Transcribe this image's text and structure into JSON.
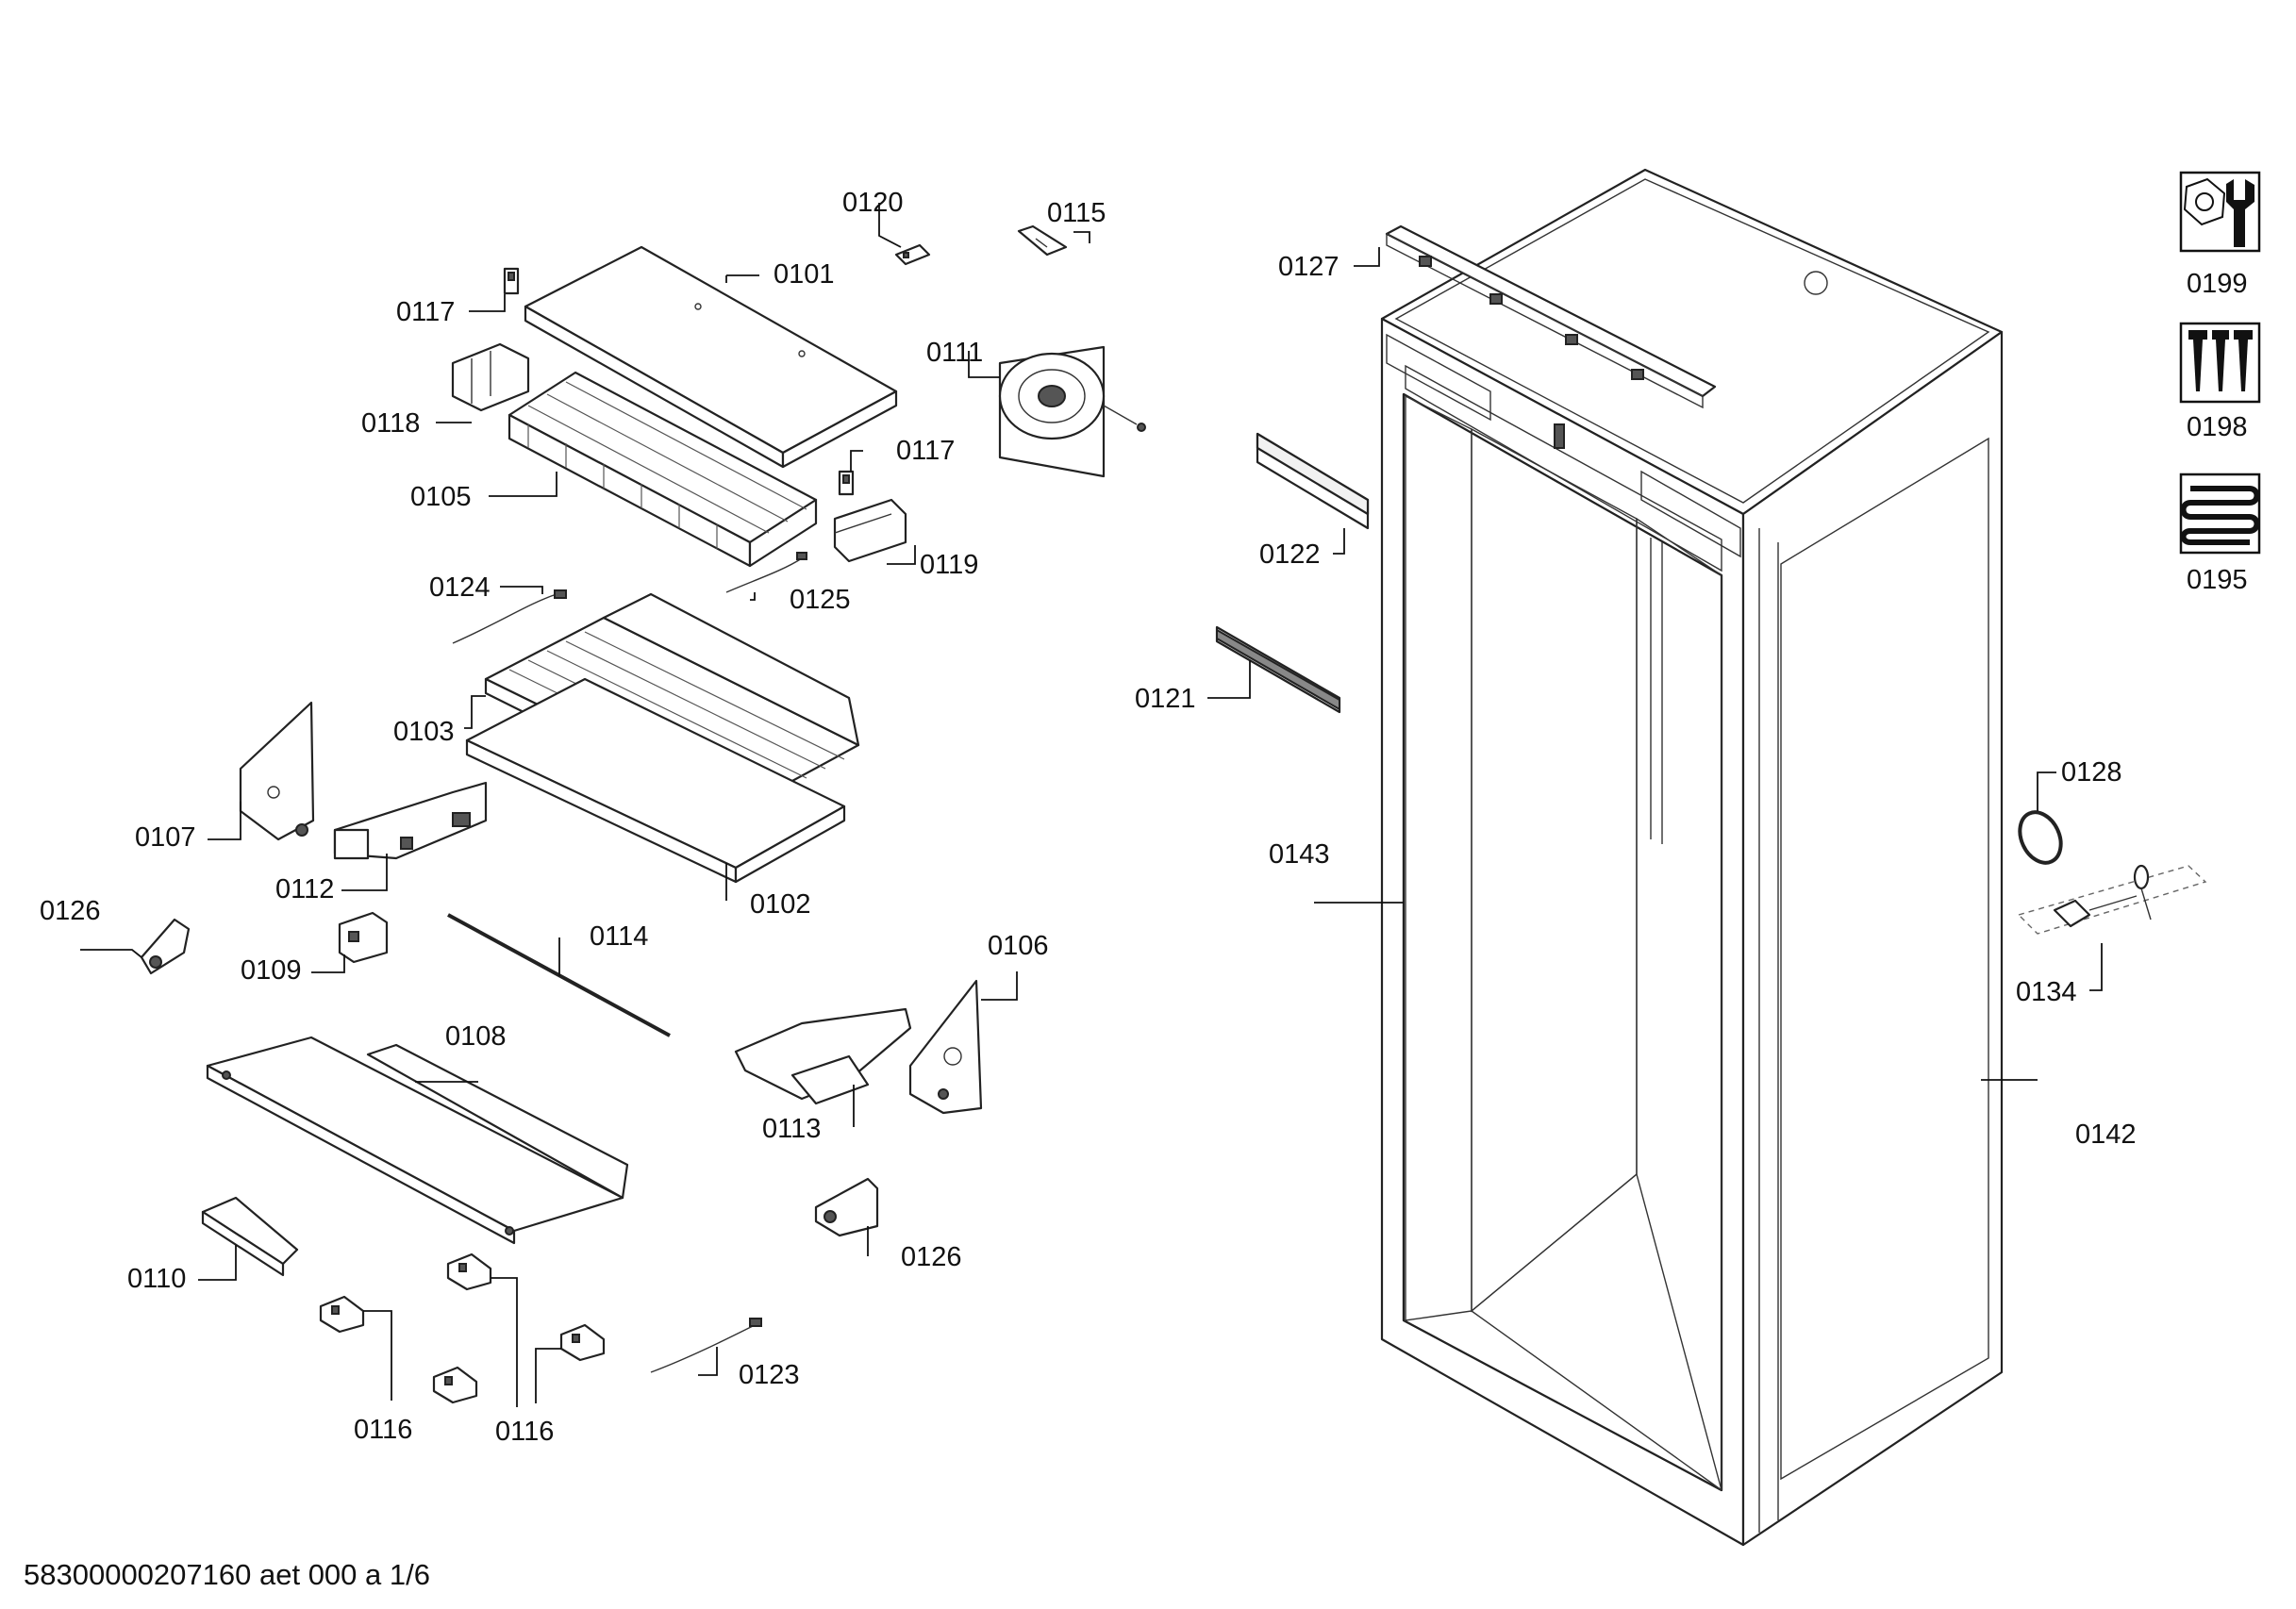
{
  "diagram": {
    "labels": {
      "p0101": "0101",
      "p0102": "0102",
      "p0103": "0103",
      "p0105": "0105",
      "p0106": "0106",
      "p0107": "0107",
      "p0108": "0108",
      "p0109": "0109",
      "p0110": "0110",
      "p0111": "0111",
      "p0112": "0112",
      "p0113": "0113",
      "p0114": "0114",
      "p0115": "0115",
      "p0116a": "0116",
      "p0116b": "0116",
      "p0117a": "0117",
      "p0117b": "0117",
      "p0118": "0118",
      "p0119": "0119",
      "p0120": "0120",
      "p0121": "0121",
      "p0122": "0122",
      "p0123": "0123",
      "p0124": "0124",
      "p0125": "0125",
      "p0126a": "0126",
      "p0126b": "0126",
      "p0127": "0127",
      "p0128": "0128",
      "p0134": "0134",
      "p0142": "0142",
      "p0143": "0143",
      "p0195": "0195",
      "p0198": "0198",
      "p0199": "0199"
    },
    "icons": [
      "nut-wrench-icon",
      "screws-icon",
      "coil-icon"
    ],
    "footer": "58300000207160 aet 000 a 1/6"
  }
}
